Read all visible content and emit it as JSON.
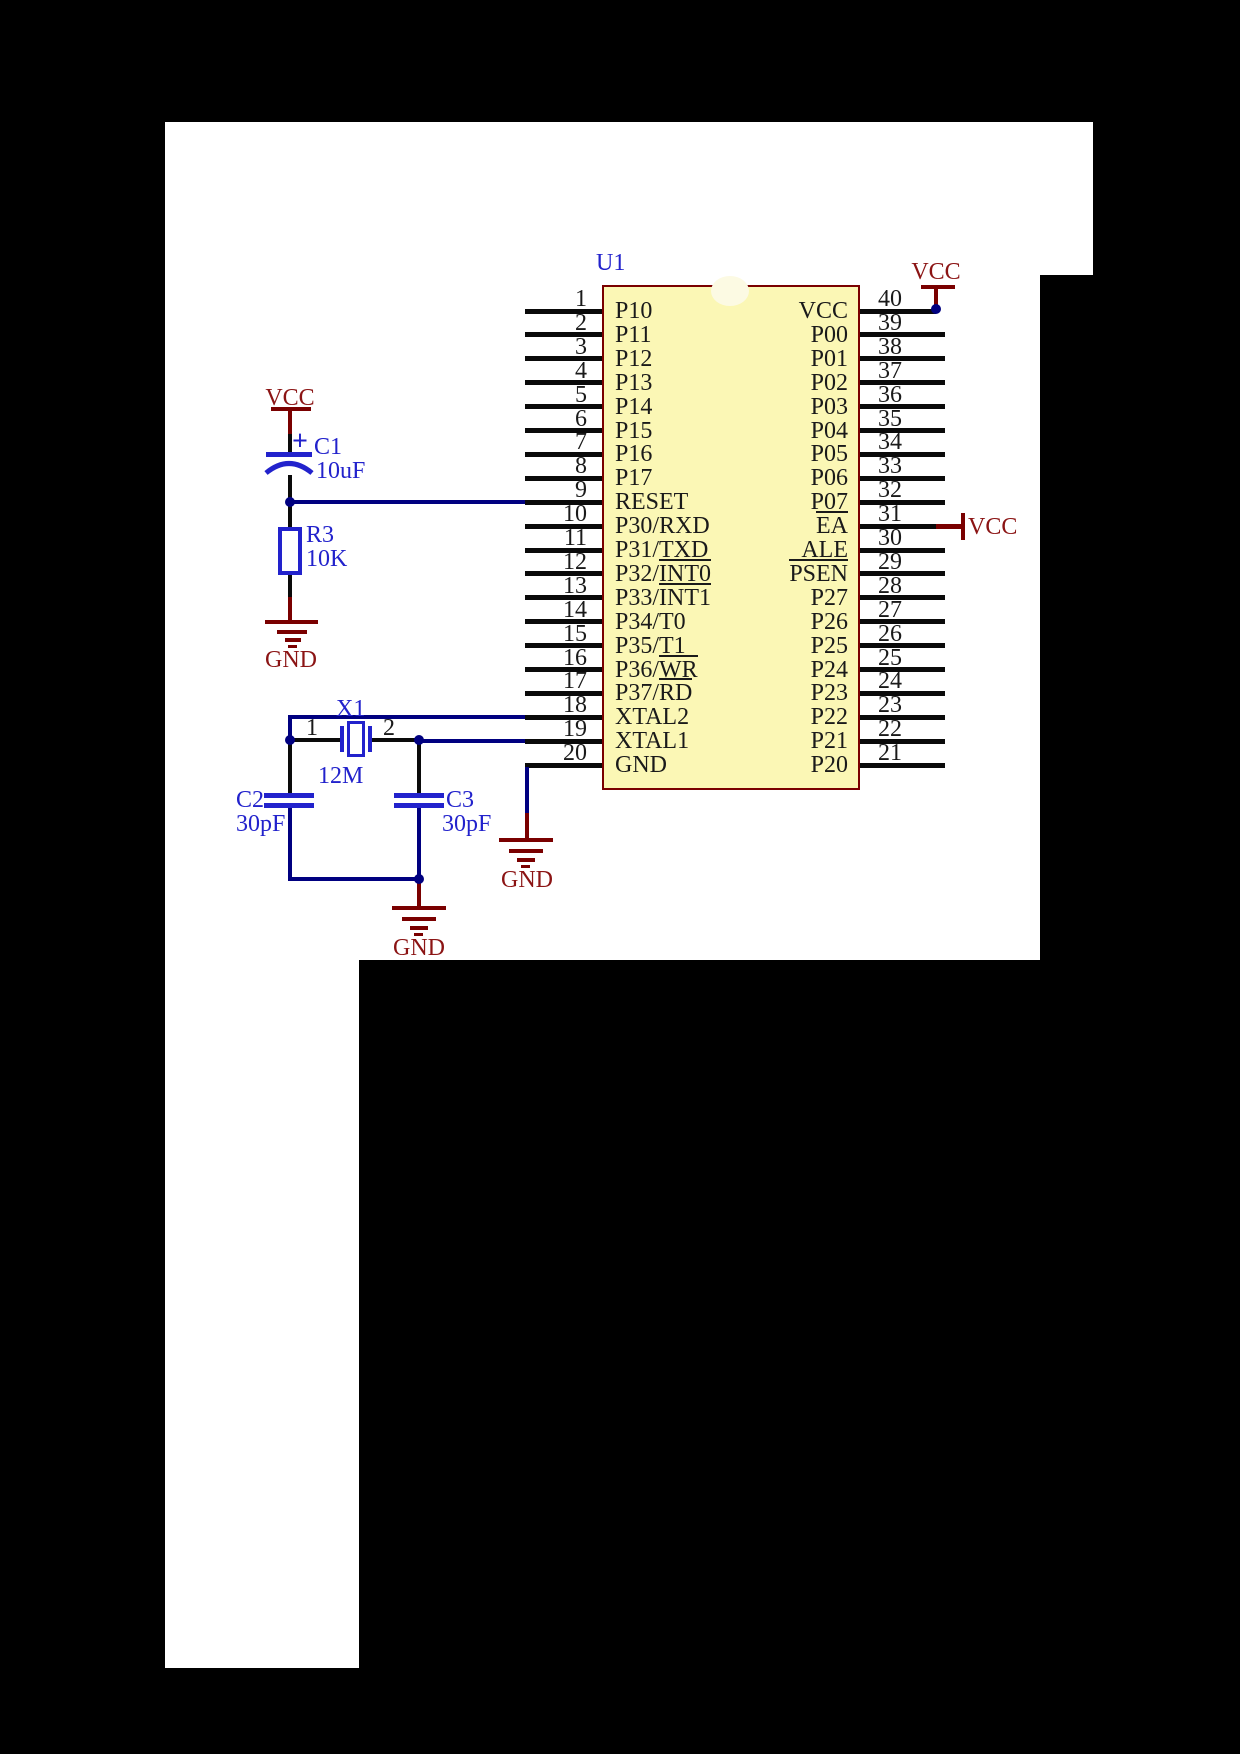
{
  "ic": {
    "designator": "U1",
    "left_pins": [
      {
        "num": "1",
        "plain": "P10"
      },
      {
        "num": "2",
        "plain": "P11"
      },
      {
        "num": "3",
        "plain": "P12"
      },
      {
        "num": "4",
        "plain": "P13"
      },
      {
        "num": "5",
        "plain": "P14"
      },
      {
        "num": "6",
        "plain": "P15"
      },
      {
        "num": "7",
        "plain": "P16"
      },
      {
        "num": "8",
        "plain": "P17"
      },
      {
        "num": "9",
        "plain": "RESET"
      },
      {
        "num": "10",
        "plain": "P30/RXD"
      },
      {
        "num": "11",
        "plain": "P31/TXD"
      },
      {
        "num": "12",
        "plain": "P32/",
        "over": "INT0"
      },
      {
        "num": "13",
        "plain": "P33/",
        "over": "INT1"
      },
      {
        "num": "14",
        "plain": "P34/T0"
      },
      {
        "num": "15",
        "plain": "P35/T1"
      },
      {
        "num": "16",
        "plain": "P36/",
        "over": "WR"
      },
      {
        "num": "17",
        "plain": "P37/",
        "over": "RD"
      },
      {
        "num": "18",
        "plain": "XTAL2"
      },
      {
        "num": "19",
        "plain": "XTAL1"
      },
      {
        "num": "20",
        "plain": "GND"
      }
    ],
    "right_pins": [
      {
        "num": "40",
        "plain": "VCC"
      },
      {
        "num": "39",
        "plain": "P00"
      },
      {
        "num": "38",
        "plain": "P01"
      },
      {
        "num": "37",
        "plain": "P02"
      },
      {
        "num": "36",
        "plain": "P03"
      },
      {
        "num": "35",
        "plain": "P04"
      },
      {
        "num": "34",
        "plain": "P05"
      },
      {
        "num": "33",
        "plain": "P06"
      },
      {
        "num": "32",
        "plain": "P07"
      },
      {
        "num": "31",
        "plain": "",
        "over": "EA"
      },
      {
        "num": "30",
        "plain": "ALE"
      },
      {
        "num": "29",
        "plain": "",
        "over": "PSEN"
      },
      {
        "num": "28",
        "plain": "P27"
      },
      {
        "num": "27",
        "plain": "P26"
      },
      {
        "num": "26",
        "plain": "P25"
      },
      {
        "num": "25",
        "plain": "P24"
      },
      {
        "num": "24",
        "plain": "P23"
      },
      {
        "num": "23",
        "plain": "P22"
      },
      {
        "num": "22",
        "plain": "P21"
      },
      {
        "num": "21",
        "plain": "P20"
      }
    ]
  },
  "components": {
    "c1": {
      "ref": "C1",
      "value": "10uF",
      "polarity": "+"
    },
    "r3": {
      "ref": "R3",
      "value": "10K"
    },
    "x1": {
      "ref": "X1",
      "value": "12M",
      "pin1": "1",
      "pin2": "2"
    },
    "c2": {
      "ref": "C2",
      "value": "30pF"
    },
    "c3": {
      "ref": "C3",
      "value": "30pF"
    }
  },
  "power_labels": {
    "vcc_reset": "VCC",
    "gnd_reset": "GND",
    "vcc_pin40": "VCC",
    "vcc_pin31": "VCC",
    "gnd_pin20": "GND",
    "gnd_xtal": "GND"
  },
  "colors": {
    "background": "#000000",
    "paper": "#ffffff",
    "ic_fill": "#fbf7b5",
    "ic_border": "#7a0000",
    "wire_black": "#0a0a0a",
    "wire_navy": "#000080",
    "symbol_blue": "#2222cc",
    "power_maroon": "#7a0000",
    "power_text_red": "#8b1414"
  }
}
